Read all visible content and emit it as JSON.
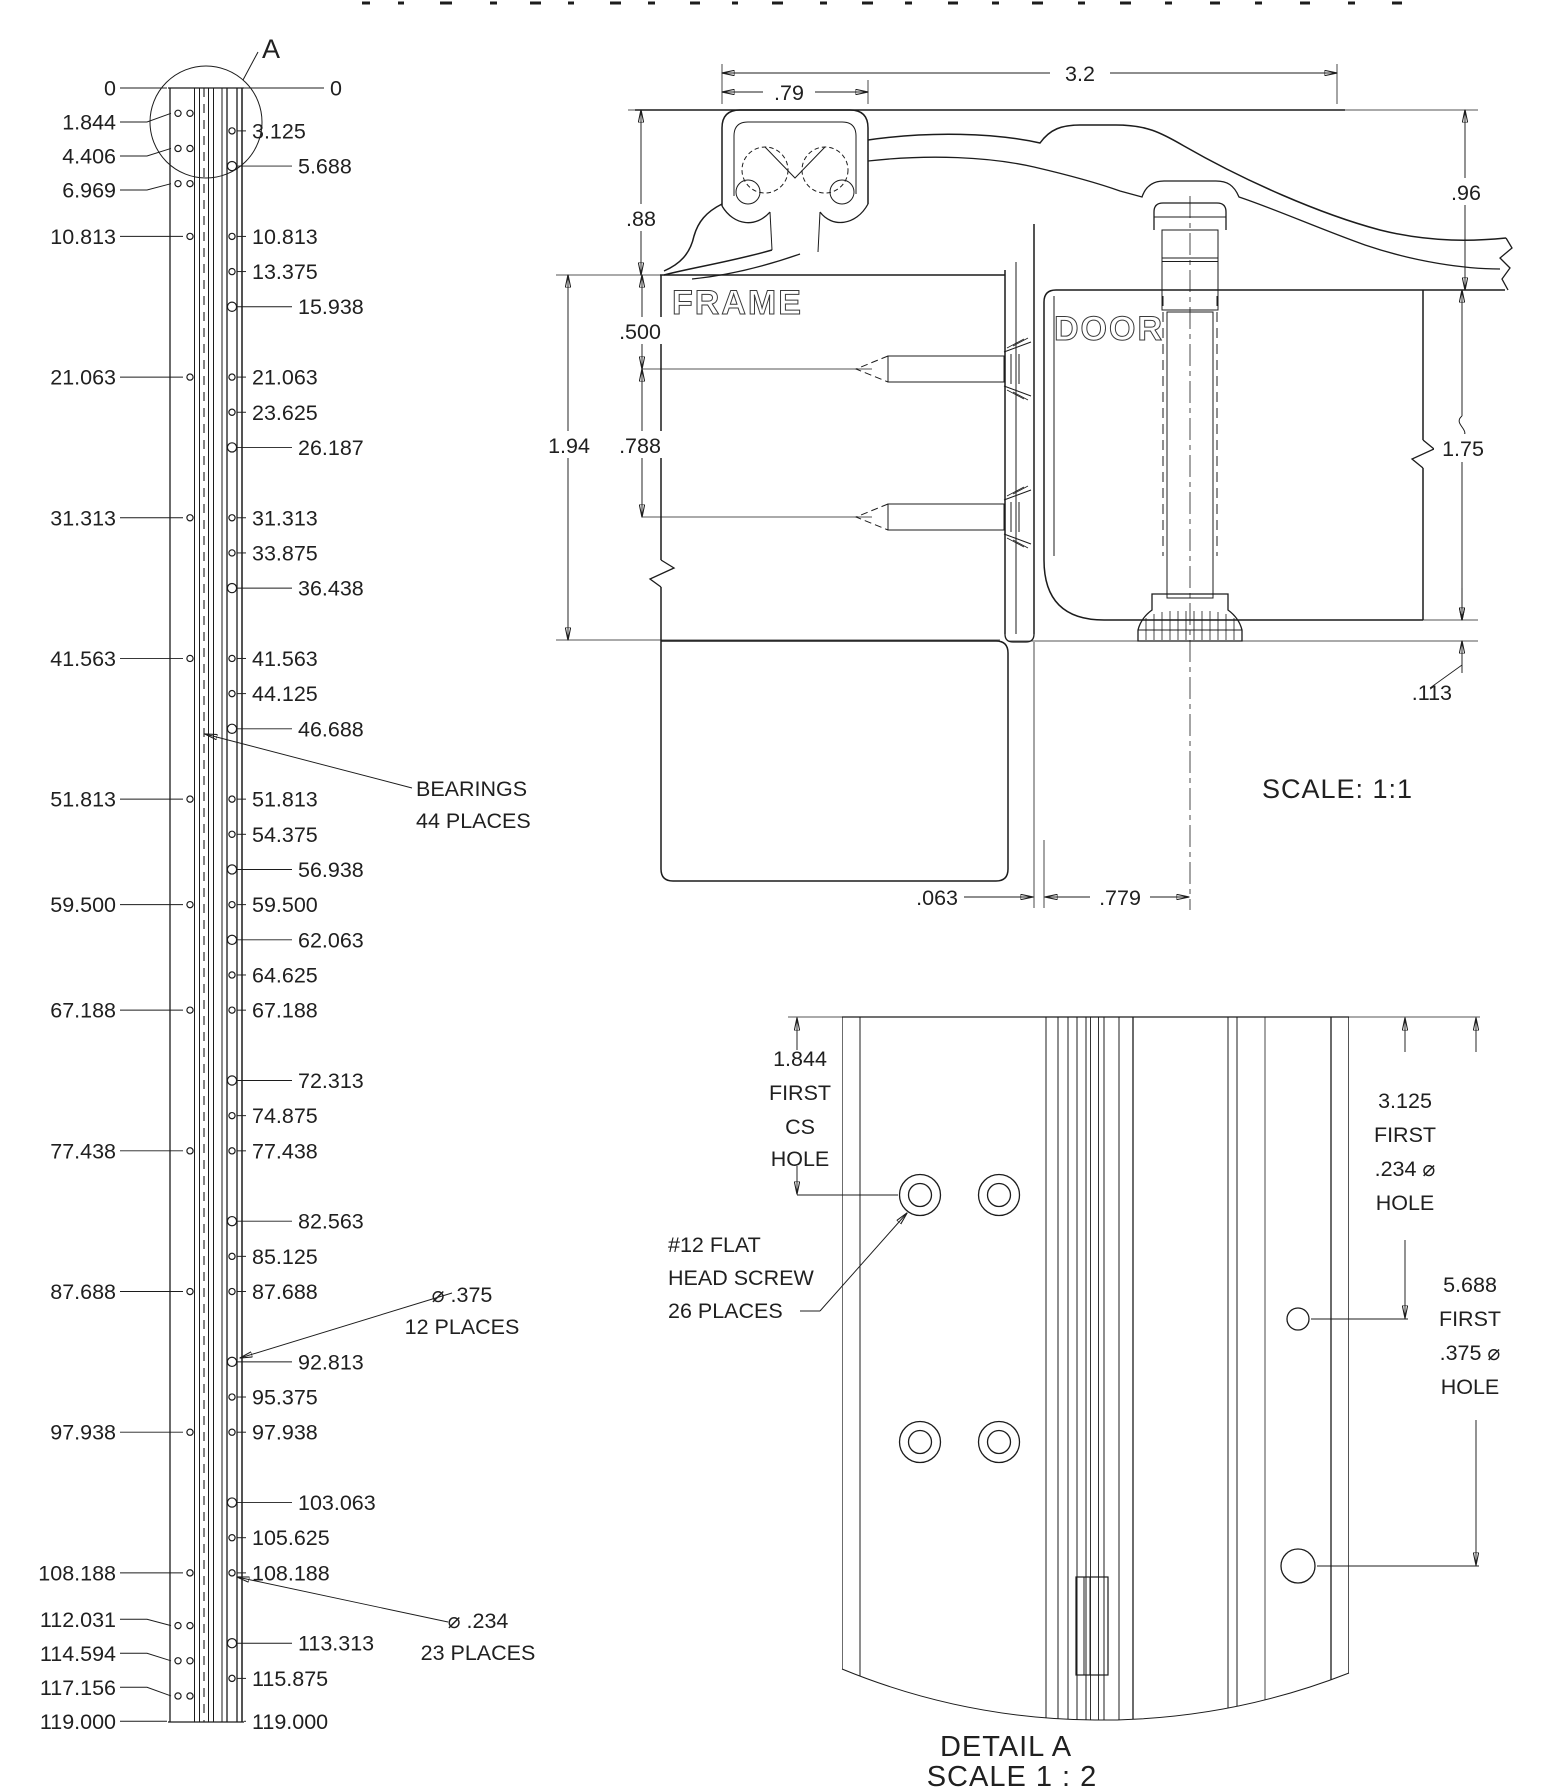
{
  "detail_marker": "A",
  "elevation": {
    "left": [
      {
        "v": "0",
        "t": "end"
      },
      {
        "v": "1.844",
        "t": "pair"
      },
      {
        "v": "4.406",
        "t": "pair"
      },
      {
        "v": "6.969",
        "t": "pair"
      },
      {
        "v": "10.813",
        "t": "single"
      },
      {
        "v": "21.063",
        "t": "single"
      },
      {
        "v": "31.313",
        "t": "single"
      },
      {
        "v": "41.563",
        "t": "single"
      },
      {
        "v": "51.813",
        "t": "single"
      },
      {
        "v": "59.500",
        "t": "single"
      },
      {
        "v": "67.188",
        "t": "single"
      },
      {
        "v": "77.438",
        "t": "single"
      },
      {
        "v": "87.688",
        "t": "single"
      },
      {
        "v": "97.938",
        "t": "single"
      },
      {
        "v": "108.188",
        "t": "single"
      },
      {
        "v": "112.031",
        "t": "pair"
      },
      {
        "v": "114.594",
        "t": "pair"
      },
      {
        "v": "117.156",
        "t": "pair"
      },
      {
        "v": "119.000",
        "t": "end"
      }
    ],
    "right": [
      {
        "v": "0",
        "t": "end"
      },
      {
        "v": "3.125",
        "t": "sm"
      },
      {
        "v": "5.688",
        "t": "lg"
      },
      {
        "v": "10.813",
        "t": "sm"
      },
      {
        "v": "13.375",
        "t": "sm"
      },
      {
        "v": "15.938",
        "t": "lg"
      },
      {
        "v": "21.063",
        "t": "sm"
      },
      {
        "v": "23.625",
        "t": "sm"
      },
      {
        "v": "26.187",
        "t": "lg"
      },
      {
        "v": "31.313",
        "t": "sm"
      },
      {
        "v": "33.875",
        "t": "sm"
      },
      {
        "v": "36.438",
        "t": "lg"
      },
      {
        "v": "41.563",
        "t": "sm"
      },
      {
        "v": "44.125",
        "t": "sm"
      },
      {
        "v": "46.688",
        "t": "lg"
      },
      {
        "v": "51.813",
        "t": "sm"
      },
      {
        "v": "54.375",
        "t": "sm"
      },
      {
        "v": "56.938",
        "t": "lg"
      },
      {
        "v": "59.500",
        "t": "sm"
      },
      {
        "v": "62.063",
        "t": "lg"
      },
      {
        "v": "64.625",
        "t": "sm"
      },
      {
        "v": "67.188",
        "t": "sm"
      },
      {
        "v": "72.313",
        "t": "lg"
      },
      {
        "v": "74.875",
        "t": "sm"
      },
      {
        "v": "77.438",
        "t": "sm"
      },
      {
        "v": "82.563",
        "t": "lg"
      },
      {
        "v": "85.125",
        "t": "sm"
      },
      {
        "v": "87.688",
        "t": "sm"
      },
      {
        "v": "92.813",
        "t": "lg"
      },
      {
        "v": "95.375",
        "t": "sm"
      },
      {
        "v": "97.938",
        "t": "sm"
      },
      {
        "v": "103.063",
        "t": "lg"
      },
      {
        "v": "105.625",
        "t": "sm"
      },
      {
        "v": "108.188",
        "t": "sm"
      },
      {
        "v": "113.313",
        "t": "lg"
      },
      {
        "v": "115.875",
        "t": "sm"
      },
      {
        "v": "119.000",
        "t": "end"
      }
    ],
    "callouts": {
      "bearings": {
        "line1": "BEARINGS",
        "line2": "44 PLACES"
      },
      "dia375": {
        "line1": "⌀ .375",
        "line2": "12 PLACES"
      },
      "dia234": {
        "line1": "⌀ .234",
        "line2": "23 PLACES"
      }
    }
  },
  "section": {
    "labels": {
      "frame": "FRAME",
      "door": "DOOR",
      "scale": "SCALE: 1:1"
    },
    "dims": {
      "overall": "3.2",
      "cap": ".79",
      "left_h": ".88",
      "right_h": ".96",
      "first": ".500",
      "between": ".788",
      "leaf": "1.94",
      "door_t": "1.75",
      "offset": ".113",
      "gap": ".063",
      "inset": ".779"
    }
  },
  "detail_a": {
    "caption_line1": "DETAIL A",
    "caption_line2": "SCALE 1 : 2",
    "cs_hole": {
      "l1": "1.844",
      "l2": "FIRST",
      "l3": "CS",
      "l4": "HOLE"
    },
    "screw": {
      "l1": "#12 FLAT",
      "l2": "HEAD SCREW",
      "l3": "26 PLACES"
    },
    "small_hole": {
      "l1": "3.125",
      "l2": "FIRST",
      "l3": ".234 ⌀",
      "l4": "HOLE"
    },
    "large_hole": {
      "l1": "5.688",
      "l2": "FIRST",
      "l3": ".375 ⌀",
      "l4": "HOLE"
    }
  }
}
